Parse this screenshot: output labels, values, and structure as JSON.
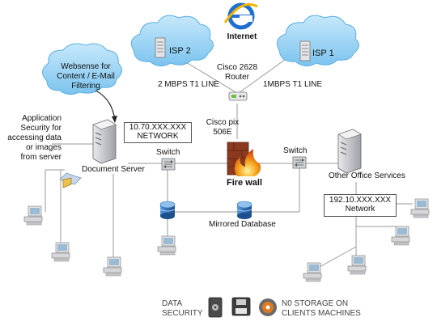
{
  "internet": {
    "label": "Internet"
  },
  "isp2": {
    "label": "ISP 2"
  },
  "isp1": {
    "label": "ISP 1"
  },
  "line_left": {
    "label": "2 MBPS T1 LINE"
  },
  "line_right": {
    "label": "1MBPS T1 LINE"
  },
  "router": {
    "line1": "Cisco 2628",
    "line2": "Router"
  },
  "websense": {
    "line1": "Websense for",
    "line2": "Content / E-Mail",
    "line3": "Filtering"
  },
  "app_security": {
    "line1": "Application",
    "line2": "Security for",
    "line3": "accessing data",
    "line4": "or images",
    "line5": "from server"
  },
  "network_left": {
    "line1": "10.70.XXX.XXX",
    "line2": "NETWORK"
  },
  "document_server": {
    "label": "Document Server"
  },
  "cisco_pix": {
    "line1": "Cisco pix",
    "line2": "506E"
  },
  "switch_left": {
    "label": "Switch"
  },
  "switch_right": {
    "label": "Switch"
  },
  "firewall": {
    "label": "Fire wall"
  },
  "other_office": {
    "label": "Other Office Services"
  },
  "network_right": {
    "line1": "192.10.XXX.XXX",
    "line2": "Network"
  },
  "mirrored_db": {
    "label": "Mirrored Database"
  },
  "legend": {
    "item1_line1": "DATA",
    "item1_line2": "SECURITY",
    "item2_line1": "N0 STORAGE ON",
    "item2_line2": "CLIENTS MACHINES"
  },
  "colors": {
    "cloud": "#9fd3f2",
    "cloud_edge": "#5aaee0",
    "line": "#9a9a9a",
    "firewall_brick": "#8b3a1f",
    "flame": "#f39a1c",
    "db_blue": "#2f6fb7"
  },
  "icons": [
    "ie-internet-icon",
    "server-rack-icon",
    "router-icon",
    "tower-server-icon",
    "switch-icon",
    "firewall-icon",
    "database-icon",
    "desktop-pc-icon",
    "shield-lock-icon",
    "hdd-icon",
    "floppy-icon",
    "disc-icon"
  ]
}
